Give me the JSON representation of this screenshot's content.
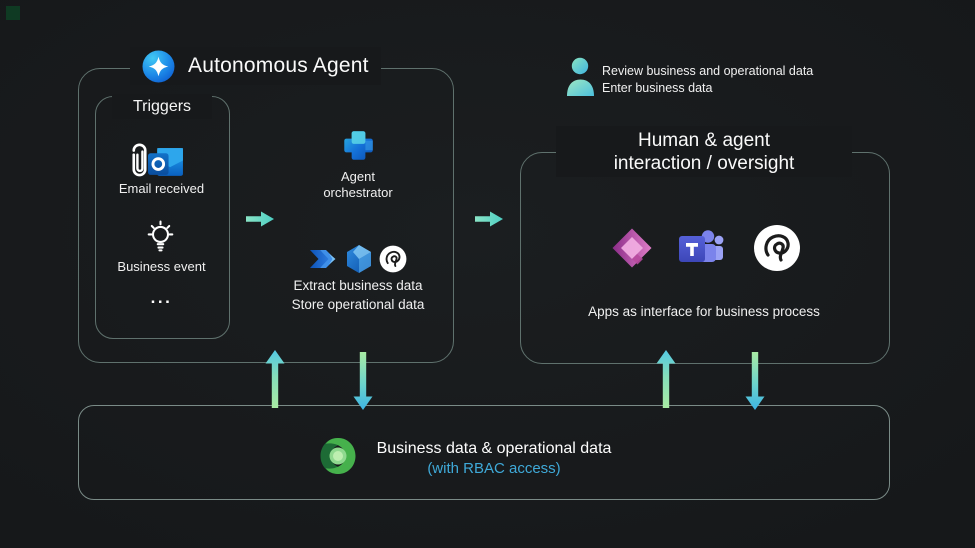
{
  "colors": {
    "background": "#17191b",
    "box_border": "#5f716d",
    "arrow_horizontal_teal": "#5fd5c2",
    "arrow_up_green": "#a9eba4",
    "arrow_head_cyan": "#45bce4",
    "rbac_text": "#3fa9d8",
    "copilot_blue": "#1d8ae8",
    "dataverse_green": "#2f9e44"
  },
  "autonomous_agent": {
    "title": "Autonomous Agent",
    "triggers": {
      "title": "Triggers",
      "items": [
        {
          "label": "Email received"
        },
        {
          "label": "Business event"
        },
        {
          "label": "..."
        }
      ]
    },
    "orchestrator_label": "Agent orchestrator",
    "actions": {
      "line1": "Extract business data",
      "line2": "Store operational data"
    }
  },
  "human_oversight": {
    "title_line1": "Human & agent",
    "title_line2": "interaction / oversight",
    "caption": "Apps as interface for business process"
  },
  "user_legend": {
    "line1": "Review business and operational data",
    "line2": "Enter business data"
  },
  "data_store": {
    "line1": "Business data & operational data",
    "line2": "(with RBAC access)"
  },
  "icons": {
    "copilot": "sparkle-in-blue-circle",
    "email_trigger": "paperclip + outlook",
    "business_event": "lightbulb",
    "orchestrator": "blue-3d-plus",
    "actions": "power-automate, blue-hexagon, scribble-circle",
    "apps": "power-apps, teams, scribble-circle",
    "user": "person-silhouette",
    "data": "dataverse-green"
  }
}
